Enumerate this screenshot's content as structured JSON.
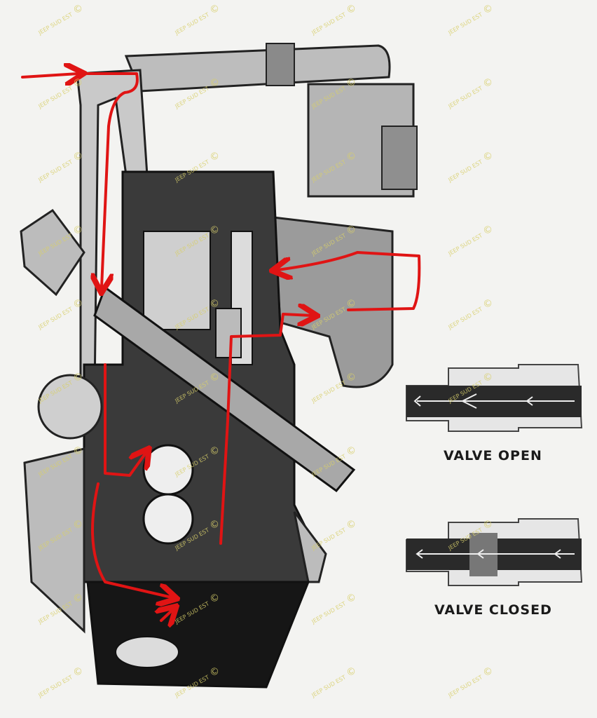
{
  "labels": {
    "valve_open": "VALVE OPEN",
    "valve_closed": "VALVE CLOSED"
  },
  "watermark": {
    "text": "JEEP SUD EST",
    "symbol": "©"
  },
  "colors": {
    "flow_arrow": "#e01414",
    "ink": "#1a1a1a",
    "paper": "#f3f3f1",
    "watermark": "#d8cf6a"
  }
}
